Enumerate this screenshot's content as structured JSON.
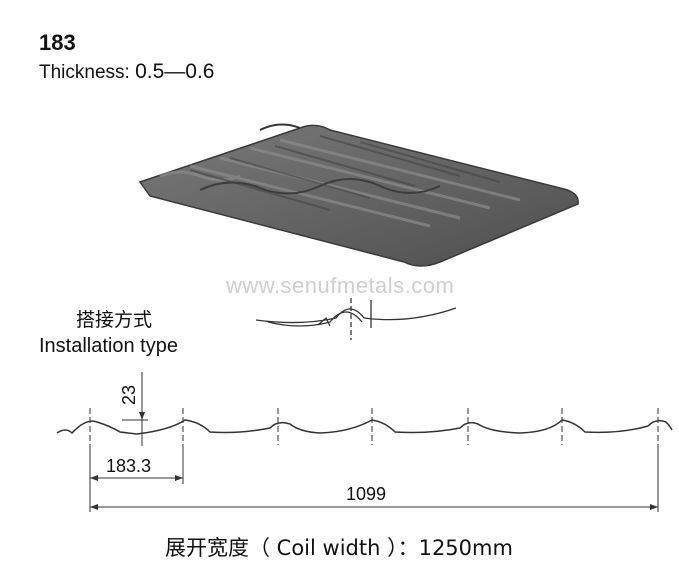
{
  "model": "183",
  "thickness": {
    "label": "Thickness: ",
    "value": "0.5—0.6"
  },
  "watermark": "www.senufmetals.com",
  "installation": {
    "label_cn": "搭接方式",
    "label_en": "Installation type"
  },
  "dimensions": {
    "height": "23",
    "pitch": "183.3",
    "total_width": "1099"
  },
  "coil_width": "展开宽度（ Coil width ）：1250mm",
  "colors": {
    "sheet": "#5f5f5f",
    "line": "#333333",
    "watermark": "#cfcfcf"
  }
}
